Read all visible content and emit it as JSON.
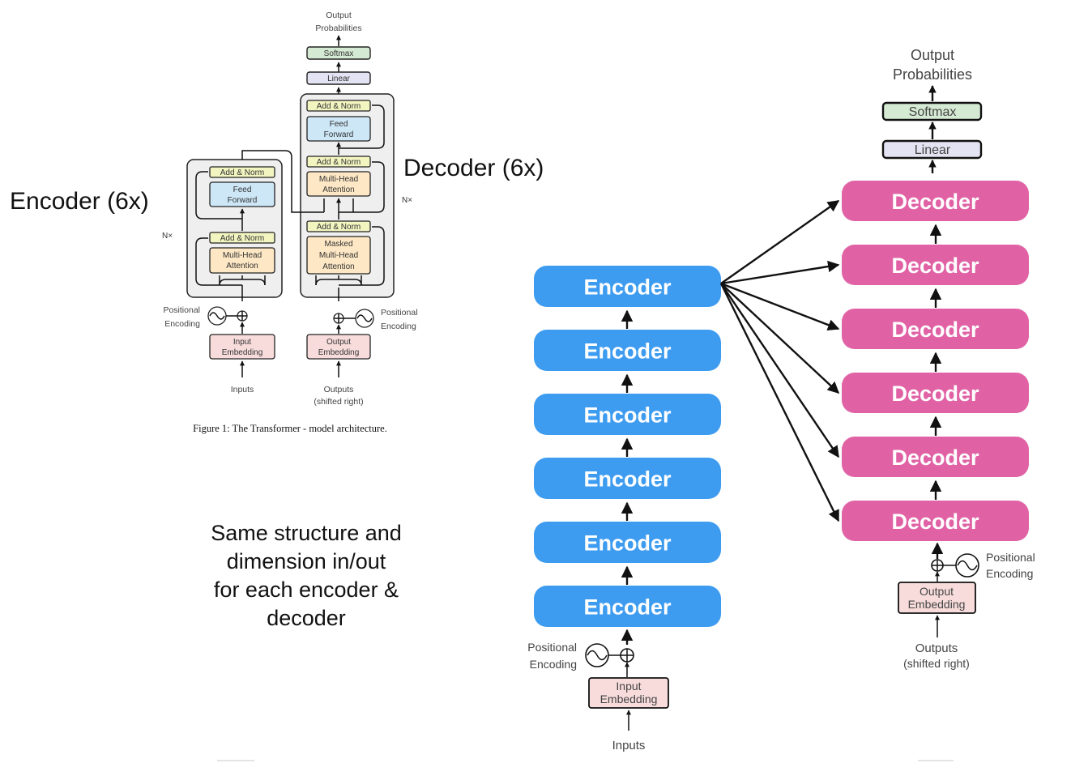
{
  "paper_figure": {
    "output_probabilities": [
      "Output",
      "Probabilities"
    ],
    "softmax": "Softmax",
    "linear": "Linear",
    "add_norm": "Add & Norm",
    "feed_forward": [
      "Feed",
      "Forward"
    ],
    "multi_head_attention": [
      "Multi-Head",
      "Attention"
    ],
    "masked_multi_head_attention": [
      "Masked",
      "Multi-Head",
      "Attention"
    ],
    "nx": "N×",
    "positional_encoding": [
      "Positional",
      "Encoding"
    ],
    "input_embedding": [
      "Input",
      "Embedding"
    ],
    "output_embedding": [
      "Output",
      "Embedding"
    ],
    "inputs": "Inputs",
    "outputs": [
      "Outputs",
      "(shifted right)"
    ],
    "caption": "Figure 1: The Transformer - model architecture."
  },
  "encoder_title": "Encoder (6x)",
  "decoder_title": "Decoder (6x)",
  "note_lines": [
    "Same structure and",
    "dimension in/out",
    "for each encoder &",
    "decoder"
  ],
  "stack": {
    "encoder_label": "Encoder",
    "decoder_label": "Decoder",
    "encoder_count": 6,
    "decoder_count": 6,
    "output_probabilities": [
      "Output",
      "Probabilities"
    ],
    "softmax": "Softmax",
    "linear": "Linear",
    "positional_encoding": [
      "Positional",
      "Encoding"
    ],
    "input_embedding": [
      "Input",
      "Embedding"
    ],
    "output_embedding": [
      "Output",
      "Embedding"
    ],
    "inputs": "Inputs",
    "outputs": [
      "Outputs",
      "(shifted right)"
    ]
  },
  "colors": {
    "encoder": "#3d9cf0",
    "decoder": "#e062a5",
    "add_norm": "#f2f5c0",
    "feed_forward": "#cde7f7",
    "attention": "#fde7c4",
    "embedding": "#f8dcdc",
    "softmax": "#d5ead3",
    "linear": "#e3e3f3",
    "layer_bg": "#efefef"
  }
}
